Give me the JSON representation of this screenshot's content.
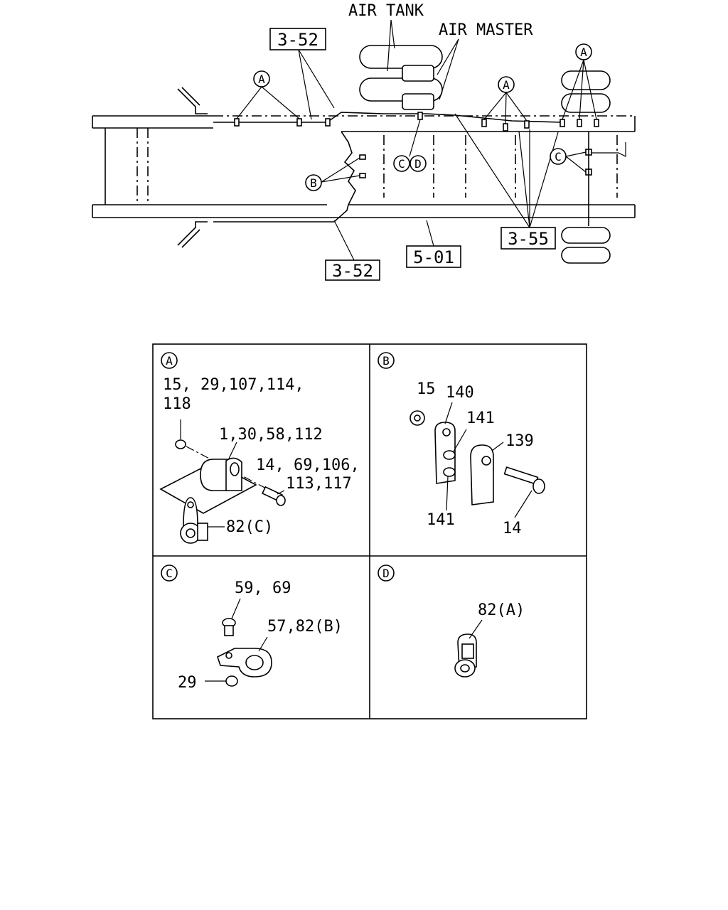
{
  "top": {
    "air_tank": "AIR TANK",
    "air_master": "AIR MASTER",
    "ref_352_top": "3-52",
    "ref_352_bottom": "3-52",
    "ref_501": "5-01",
    "ref_355": "3-55",
    "callout_a1": "A",
    "callout_a2": "A",
    "callout_a3": "A",
    "callout_b": "B",
    "callout_c1": "C",
    "callout_d": "D",
    "callout_c2": "C"
  },
  "panels": {
    "a": {
      "letter": "A",
      "parts1": "15, 29,107,114,",
      "parts2": "118",
      "parts3": "1,30,58,112",
      "parts4": "14, 69,106,",
      "parts5": "113,117",
      "parts6": "82(C)"
    },
    "b": {
      "letter": "B",
      "p15": "15",
      "p140": "140",
      "p141a": "141",
      "p139": "139",
      "p141b": "141",
      "p14": "14"
    },
    "c": {
      "letter": "C",
      "p5969": "59, 69",
      "p5782": "57,82(B)",
      "p29": "29"
    },
    "d": {
      "letter": "D",
      "p82": "82(A)"
    }
  }
}
